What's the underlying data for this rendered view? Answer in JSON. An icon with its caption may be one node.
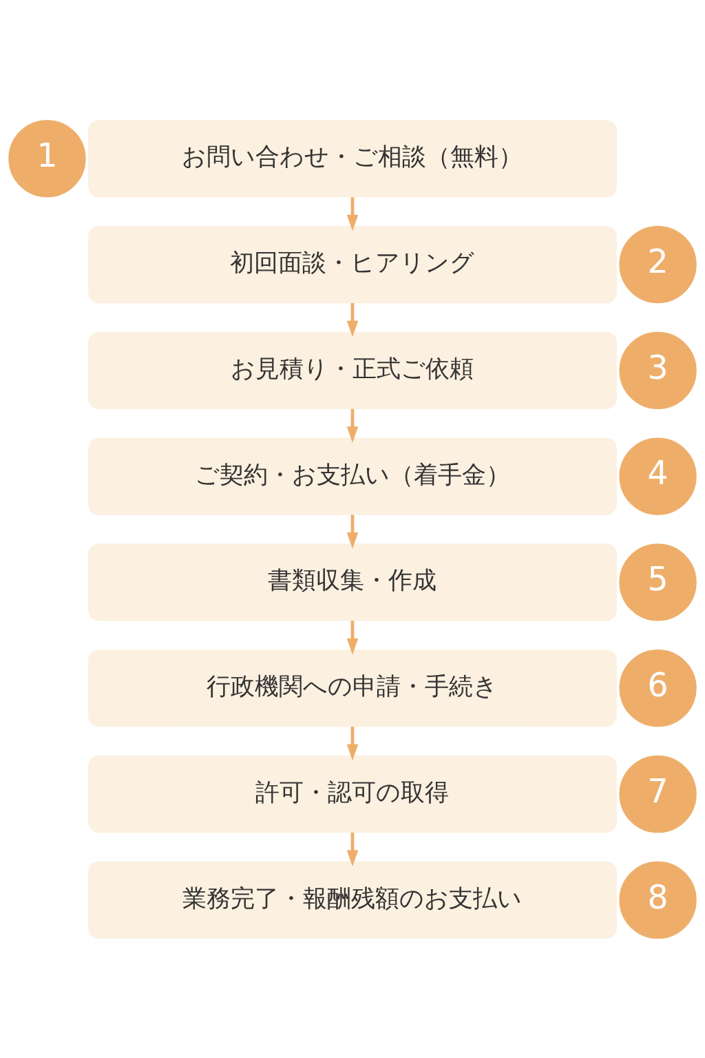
{
  "diagram": {
    "nodes": [
      {
        "text": [
          "1"
        ]
      },
      {
        "text": [
          "お問い合わせ・ご相談（無料）"
        ]
      },
      {
        "text": [
          "2"
        ]
      },
      {
        "text": [
          "初回面談・ヒアリング"
        ]
      },
      {
        "text": [
          "3"
        ]
      },
      {
        "text": [
          "お見積り・正式ご依頼"
        ]
      },
      {
        "text": [
          "4"
        ]
      },
      {
        "text": [
          "ご契約・お支払い（着手金）"
        ]
      },
      {
        "text": [
          "5"
        ]
      },
      {
        "text": [
          "書類収集・作成"
        ]
      },
      {
        "text": [
          "6"
        ]
      },
      {
        "text": [
          "行政機関への申請・手続き"
        ]
      },
      {
        "text": [
          "7"
        ]
      },
      {
        "text": [
          "許可・認可の取得"
        ]
      },
      {
        "text": [
          "8"
        ]
      },
      {
        "text": [
          "業務完了・報酬残額のお支払い"
        ]
      }
    ],
    "edges": [
      {
        "from": 1,
        "to": 3,
        "arrow": "to"
      },
      {
        "from": 3,
        "to": 5,
        "arrow": "to"
      },
      {
        "from": 5,
        "to": 7,
        "arrow": "to"
      },
      {
        "from": 7,
        "to": 9,
        "arrow": "to"
      },
      {
        "from": 9,
        "to": 11,
        "arrow": "to"
      },
      {
        "from": 11,
        "to": 13,
        "arrow": "to"
      },
      {
        "from": 13,
        "to": 15,
        "arrow": "to"
      }
    ]
  }
}
